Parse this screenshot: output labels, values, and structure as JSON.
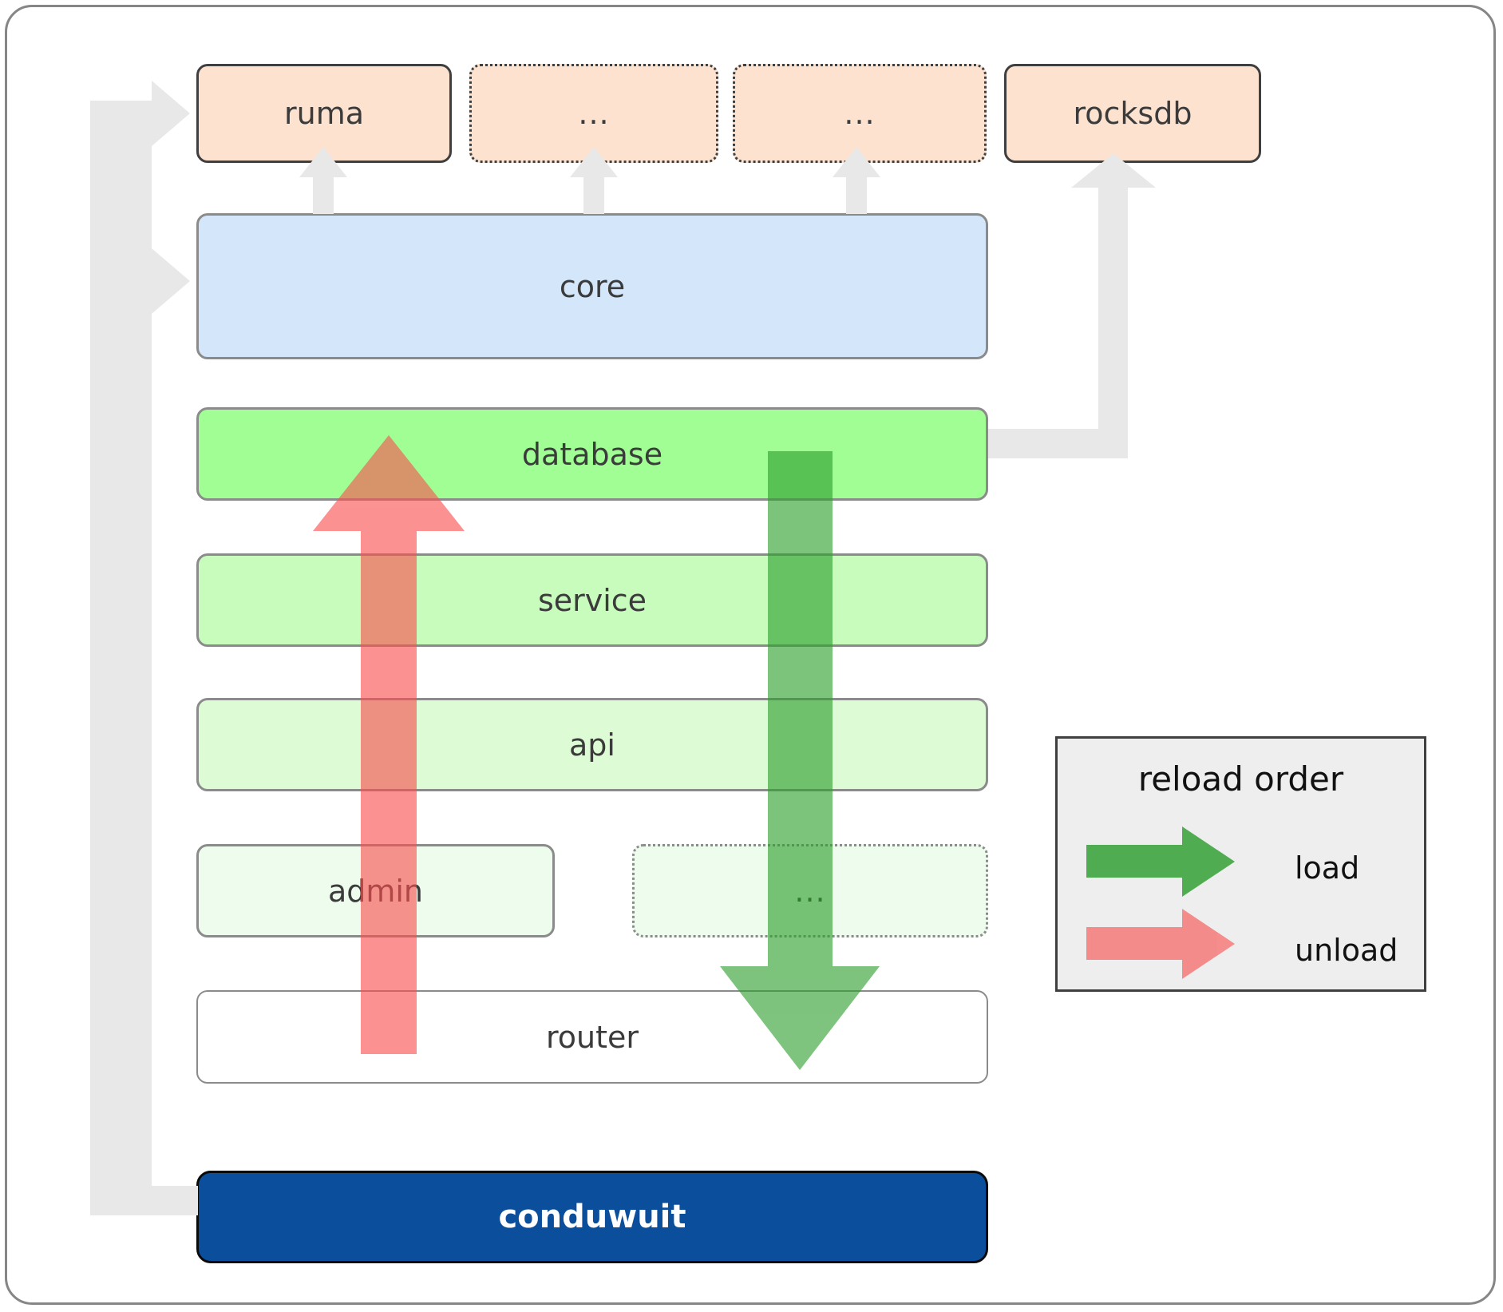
{
  "diagram": {
    "title": "conduwuit crate dependency / reload order diagram",
    "colors": {
      "orange_fill": "#fde2d0",
      "blue_fill": "#d4e6fa",
      "navy_fill": "#0b4f9c",
      "green_database": "#a0fe95",
      "green_service": "#c8fcbd",
      "green_api": "#ddfbd5",
      "green_admin": "#eefced",
      "router_fill": "#ffffff",
      "connector_gray": "#e8e8e8",
      "load_green": "#5aad57",
      "unload_red": "#f98a8a",
      "legend_bg": "#eeeeee"
    },
    "external_row": [
      {
        "id": "ruma",
        "label": "ruma",
        "style": "solid"
      },
      {
        "id": "ext-a",
        "label": "...",
        "style": "dotted"
      },
      {
        "id": "ext-b",
        "label": "...",
        "style": "dotted"
      },
      {
        "id": "rocksdb",
        "label": "rocksdb",
        "style": "solid"
      }
    ],
    "core": {
      "label": "core"
    },
    "layers": [
      {
        "id": "database",
        "label": "database",
        "style": "solid"
      },
      {
        "id": "service",
        "label": "service",
        "style": "solid"
      },
      {
        "id": "api",
        "label": "api",
        "style": "solid"
      },
      {
        "id": "admin",
        "label": "admin",
        "style": "solid"
      },
      {
        "id": "extra",
        "label": "...",
        "style": "dotted"
      },
      {
        "id": "router",
        "label": "router",
        "style": "solid"
      }
    ],
    "app": {
      "label": "conduwuit"
    },
    "legend": {
      "title": "reload order",
      "entries": [
        {
          "id": "load",
          "label": "load",
          "color": "#5aad57"
        },
        {
          "id": "unload",
          "label": "unload",
          "color": "#f98a8a"
        }
      ]
    }
  }
}
